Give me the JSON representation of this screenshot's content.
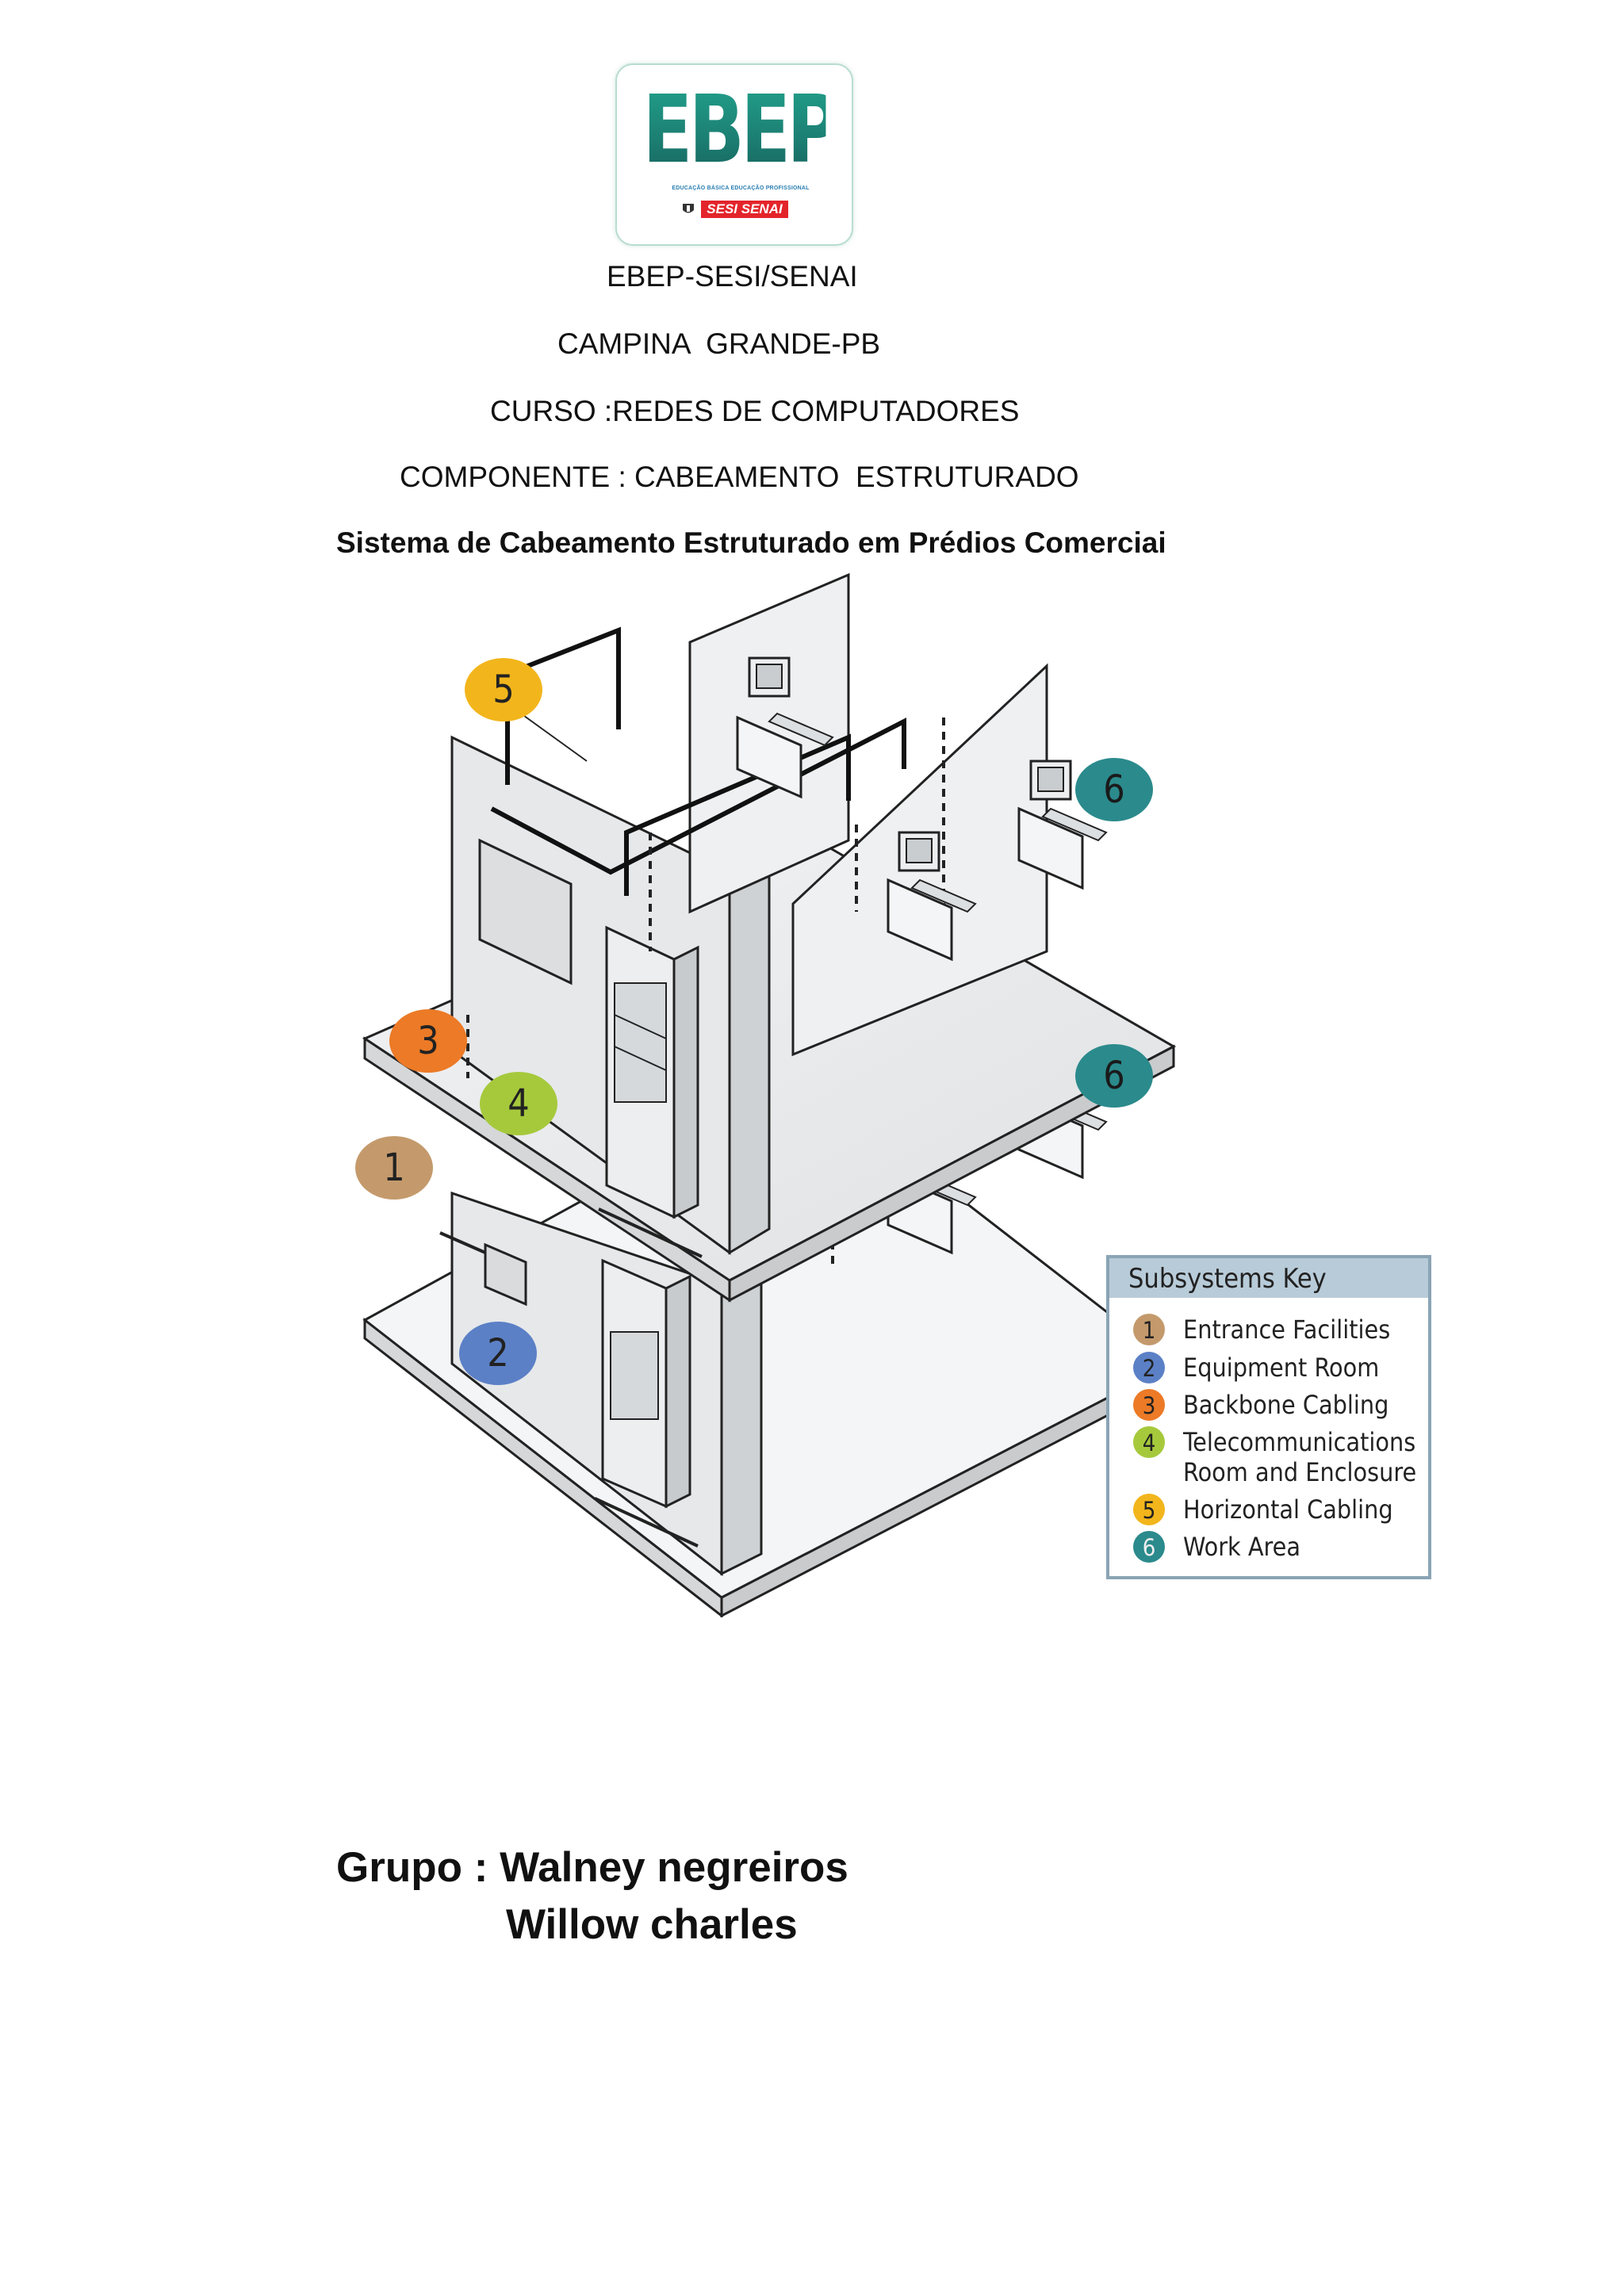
{
  "header": {
    "logo": {
      "wordmark": "EBEP",
      "tagline": "EDUCAÇÃO BÁSICA EDUCAÇÃO PROFISSIONAL",
      "badge": "SESI SENAI"
    },
    "institution": "EBEP-SESI/SENAI",
    "city": "CAMPINA  GRANDE-PB",
    "course": "CURSO :REDES DE COMPUTADORES",
    "component": "COMPONENTE : CABEAMENTO  ESTRUTURADO",
    "title": "Sistema de Cabeamento Estruturado em Prédios Comerciai"
  },
  "diagram": {
    "callouts": [
      {
        "number": "5",
        "color": "#f2b51c"
      },
      {
        "number": "6",
        "color": "#2b8a8c"
      },
      {
        "number": "6",
        "color": "#2b8a8c"
      },
      {
        "number": "3",
        "color": "#ec7a26"
      },
      {
        "number": "4",
        "color": "#a6c93c"
      },
      {
        "number": "1",
        "color": "#c49a6c"
      },
      {
        "number": "2",
        "color": "#5b80c6"
      }
    ],
    "key": {
      "title": "Subsystems Key",
      "items": [
        {
          "number": "1",
          "label": "Entrance Facilities",
          "label2": "",
          "color": "#c49a6c"
        },
        {
          "number": "2",
          "label": "Equipment Room",
          "label2": "",
          "color": "#5b80c6"
        },
        {
          "number": "3",
          "label": "Backbone Cabling",
          "label2": "",
          "color": "#ec7a26"
        },
        {
          "number": "4",
          "label": "Telecommunications",
          "label2": "Room and Enclosure",
          "color": "#a6c93c"
        },
        {
          "number": "5",
          "label": "Horizontal Cabling",
          "label2": "",
          "color": "#f2b51c"
        },
        {
          "number": "6",
          "label": "Work Area",
          "label2": "",
          "color": "#2b8a8c"
        }
      ]
    }
  },
  "footer": {
    "group_label": "Grupo : Walney negreiros",
    "member2": "Willow charles"
  }
}
